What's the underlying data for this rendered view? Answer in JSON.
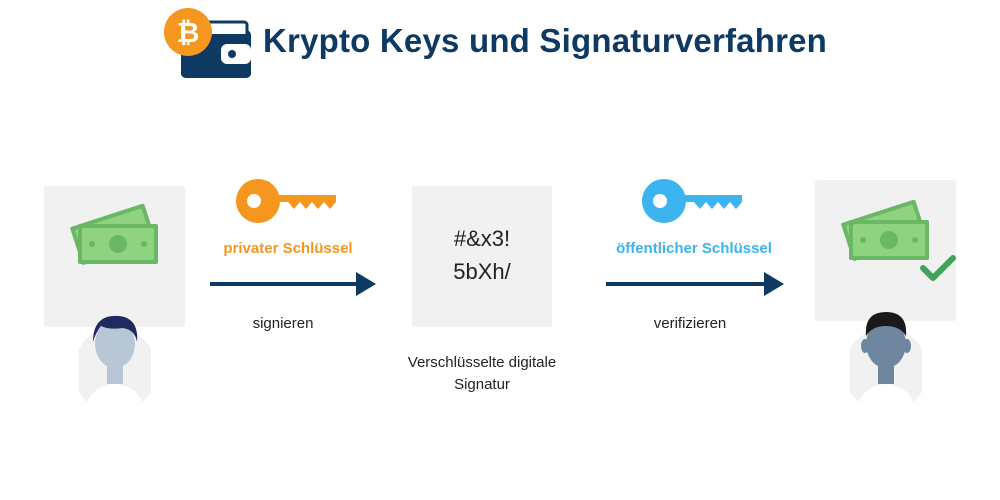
{
  "header": {
    "title": "Krypto Keys und Signaturverfahren",
    "logo_icon": "bitcoin-wallet-icon"
  },
  "flow": {
    "private_key_label": "privater Schlüssel",
    "sign_label": "signieren",
    "signature_line1": "#&x3!",
    "signature_line2": "5bXh/",
    "signature_caption_line1": "Verschlüsselte digitale",
    "signature_caption_line2": "Signatur",
    "public_key_label": "öffentlicher Schlüssel",
    "verify_label": "verifizieren"
  },
  "colors": {
    "title": "#0d3963",
    "private_key": "#f5961e",
    "public_key": "#3bb4f0",
    "arrow": "#0d3963",
    "money": "#7cc576",
    "check": "#3fa35b",
    "panel": "#f1f1f1"
  },
  "icons": {
    "private_key_icon": "orange-key-icon",
    "public_key_icon": "blue-key-icon",
    "sender_money_icon": "banknotes-icon",
    "receiver_money_icon": "banknotes-icon",
    "verified_icon": "checkmark-icon",
    "sender_avatar": "person-avatar-icon",
    "receiver_avatar": "person-avatar-icon"
  }
}
